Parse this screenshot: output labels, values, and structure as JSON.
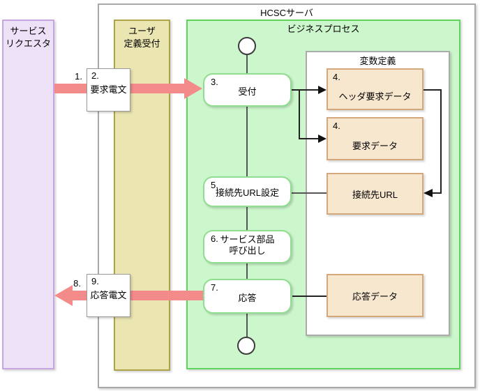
{
  "diagram": {
    "title": "HCSCサーバ",
    "service_requester": {
      "line1": "サービス",
      "line2": "リクエスタ"
    },
    "user_reception": {
      "line1": "ユーザ",
      "line2": "定義受付"
    },
    "business_process": {
      "title": "ビジネスプロセス"
    },
    "variable_definition": {
      "title": "変数定義",
      "header_request": {
        "num": "4.",
        "label": "ヘッダ要求データ"
      },
      "request": {
        "num": "4.",
        "label": "要求データ"
      },
      "connection_url": {
        "label": "接続先URL"
      },
      "response": {
        "label": "応答データ"
      }
    },
    "steps": {
      "accept": {
        "num": "3.",
        "label": "受付"
      },
      "set_url": {
        "num": "5.",
        "label": "接続先URL設定"
      },
      "call_service": {
        "num": "6.",
        "line1": "サービス部品",
        "line2": "呼び出し"
      },
      "response": {
        "num": "7.",
        "label": "応答"
      }
    },
    "messages": {
      "request": {
        "outside_num": "1.",
        "inside_num": "2.",
        "label": "要求電文"
      },
      "response": {
        "outside_num": "8.",
        "inside_num": "9.",
        "label": "応答電文"
      }
    },
    "colors": {
      "message_arrow": "#f48b8b",
      "business_process_fill": "#ccf7cc",
      "business_process_border": "#5ed45e",
      "service_requester_fill": "#ede1f8",
      "service_requester_border": "#c6a5e1",
      "user_reception_fill": "#ebe6b1",
      "user_reception_border": "#aca548",
      "variable_box_fill": "#f8e7cf",
      "variable_box_border": "#d5a87b"
    }
  }
}
